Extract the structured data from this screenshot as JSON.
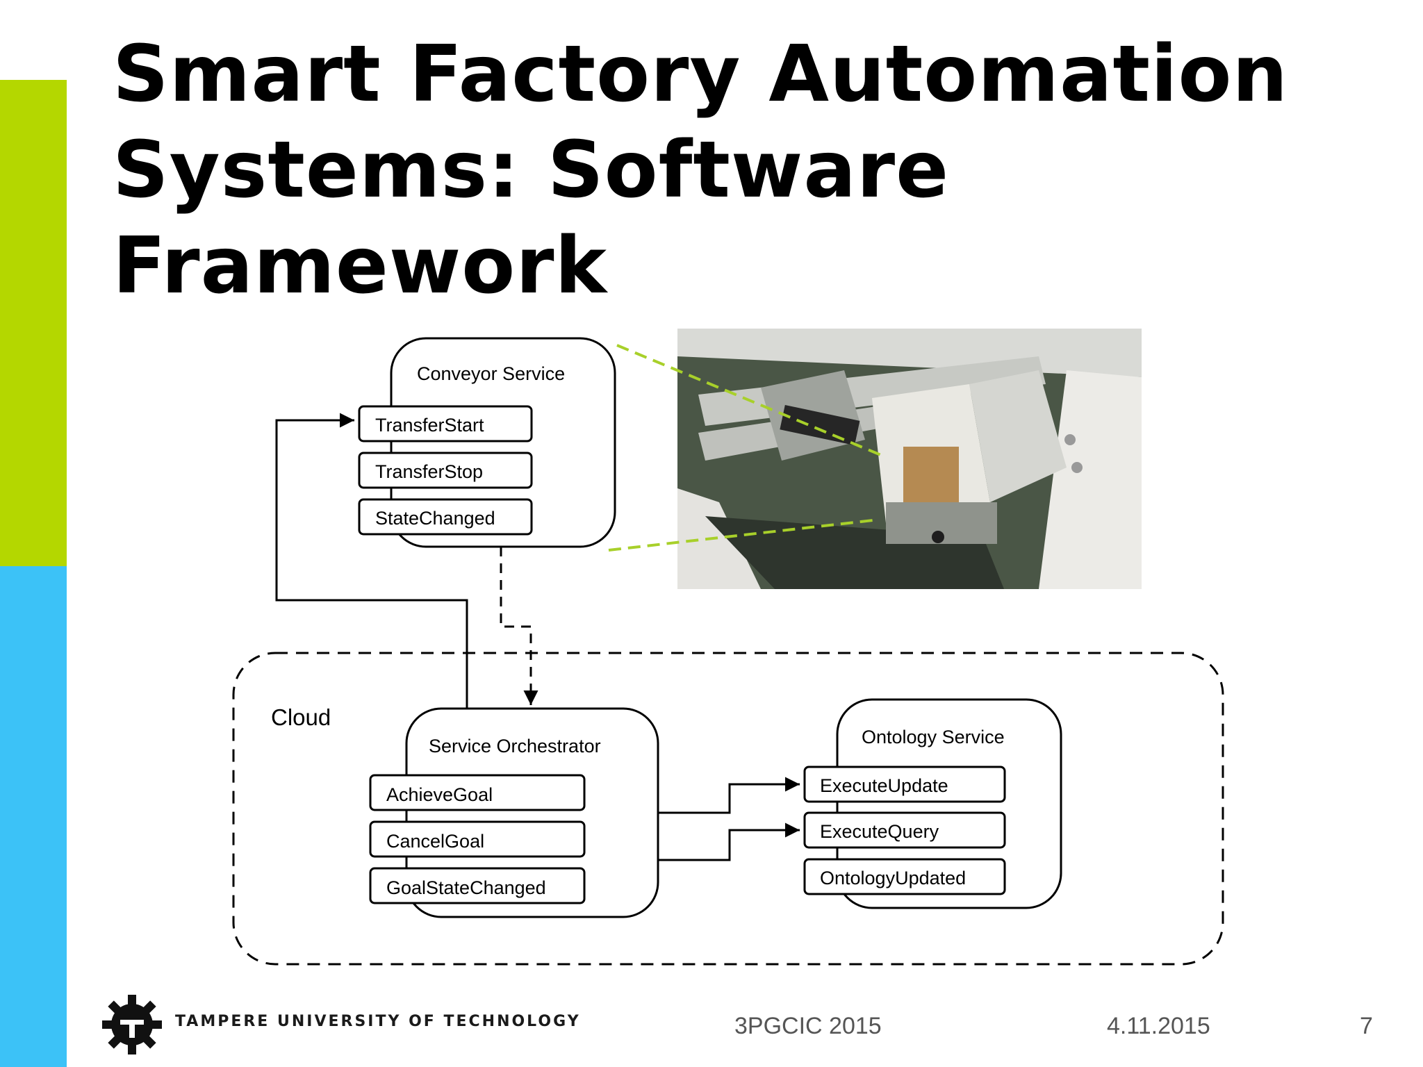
{
  "slide": {
    "title_lines": [
      "Smart Factory Automation",
      "Systems: Software",
      "Framework"
    ],
    "colors": {
      "accent_green": "#b4d700",
      "accent_blue": "#3cc2f7",
      "connector_dash": "#a8d02a"
    }
  },
  "diagram": {
    "conveyor": {
      "title": "Conveyor Service",
      "ops": [
        "TransferStart",
        "TransferStop",
        "StateChanged"
      ]
    },
    "cloud": {
      "label": "Cloud"
    },
    "orchestrator": {
      "title": "Service Orchestrator",
      "ops": [
        "AchieveGoal",
        "CancelGoal",
        "GoalStateChanged"
      ]
    },
    "ontology": {
      "title": "Ontology Service",
      "ops": [
        "ExecuteUpdate",
        "ExecuteQuery",
        "OntologyUpdated"
      ]
    }
  },
  "footer": {
    "university": "TAMPERE UNIVERSITY OF TECHNOLOGY",
    "conference": "3PGCIC 2015",
    "date": "4.11.2015",
    "page": "7"
  }
}
